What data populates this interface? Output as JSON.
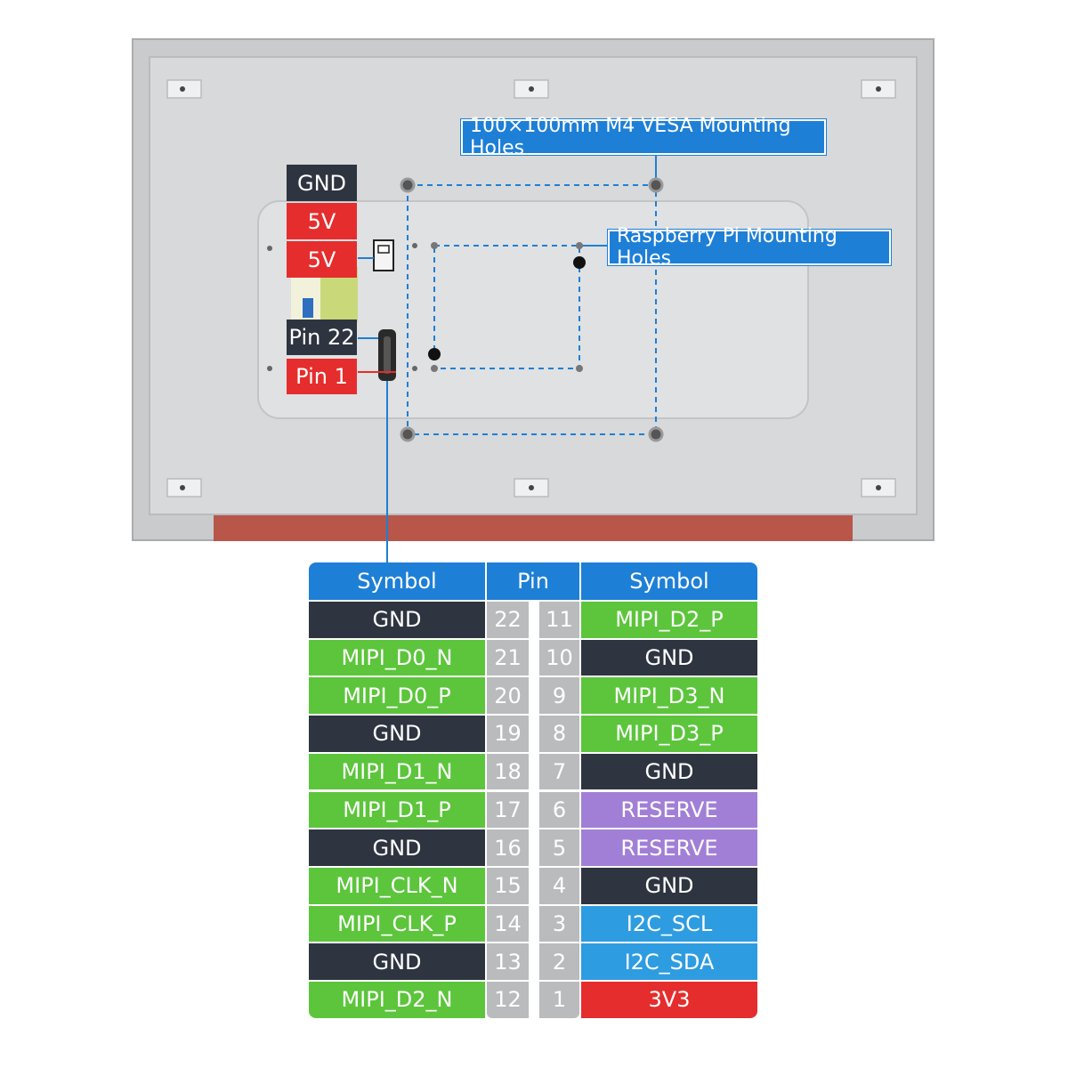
{
  "colors": {
    "gnd": "#2e3440",
    "mipi": "#5cc53c",
    "reserve": "#a27fd6",
    "i2c": "#2e9ce0",
    "power": "#e52d2d",
    "header": "#1e7fd6",
    "pin_bg": "#b9bbbd"
  },
  "callouts": {
    "vesa": "100×100mm M4 VESA Mounting Holes",
    "rpi": "Raspberry Pi Mounting Holes"
  },
  "connector_labels": {
    "gnd": "GND",
    "v5_a": "5V",
    "v5_b": "5V",
    "pin22": "Pin 22",
    "pin1": "Pin 1"
  },
  "table": {
    "headers": {
      "left_symbol": "Symbol",
      "pin": "Pin",
      "right_symbol": "Symbol"
    },
    "rows": [
      {
        "ls": "GND",
        "lt": "gnd",
        "lp": "22",
        "rp": "11",
        "rs": "MIPI_D2_P",
        "rt": "mipi"
      },
      {
        "ls": "MIPI_D0_N",
        "lt": "mipi",
        "lp": "21",
        "rp": "10",
        "rs": "GND",
        "rt": "gnd"
      },
      {
        "ls": "MIPI_D0_P",
        "lt": "mipi",
        "lp": "20",
        "rp": "9",
        "rs": "MIPI_D3_N",
        "rt": "mipi"
      },
      {
        "ls": "GND",
        "lt": "gnd",
        "lp": "19",
        "rp": "8",
        "rs": "MIPI_D3_P",
        "rt": "mipi"
      },
      {
        "ls": "MIPI_D1_N",
        "lt": "mipi",
        "lp": "18",
        "rp": "7",
        "rs": "GND",
        "rt": "gnd"
      },
      {
        "ls": "MIPI_D1_P",
        "lt": "mipi",
        "lp": "17",
        "rp": "6",
        "rs": "RESERVE",
        "rt": "reserve"
      },
      {
        "ls": "GND",
        "lt": "gnd",
        "lp": "16",
        "rp": "5",
        "rs": "RESERVE",
        "rt": "reserve"
      },
      {
        "ls": "MIPI_CLK_N",
        "lt": "mipi",
        "lp": "15",
        "rp": "4",
        "rs": "GND",
        "rt": "gnd"
      },
      {
        "ls": "MIPI_CLK_P",
        "lt": "mipi",
        "lp": "14",
        "rp": "3",
        "rs": "I2C_SCL",
        "rt": "i2c"
      },
      {
        "ls": "GND",
        "lt": "gnd",
        "lp": "13",
        "rp": "2",
        "rs": "I2C_SDA",
        "rt": "i2c"
      },
      {
        "ls": "MIPI_D2_N",
        "lt": "mipi",
        "lp": "12",
        "rp": "1",
        "rs": "3V3",
        "rt": "power"
      }
    ]
  }
}
